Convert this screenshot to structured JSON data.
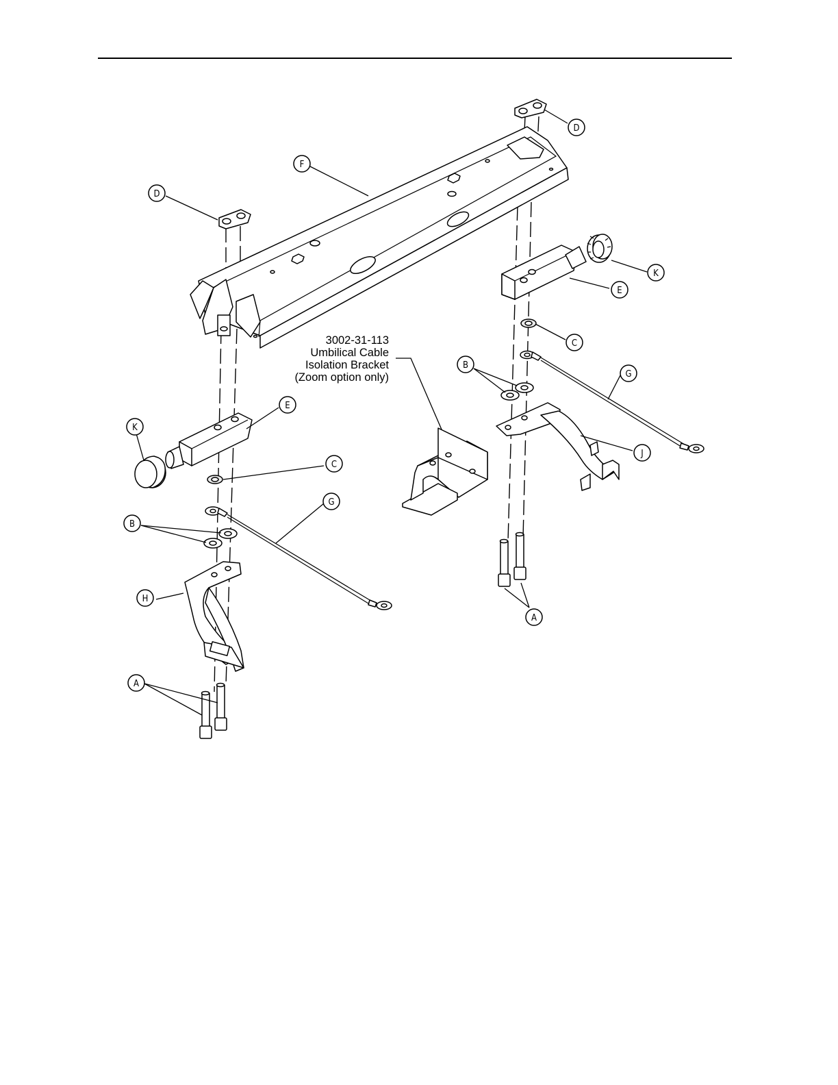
{
  "callout_labels": {
    "A": "A",
    "B": "B",
    "C": "C",
    "D": "D",
    "E": "E",
    "F": "F",
    "G": "G",
    "H": "H",
    "J": "J",
    "K": "K"
  },
  "note": {
    "part_number": "3002-31-113",
    "line1": "Umbilical Cable",
    "line2": "Isolation Bracket",
    "line3": "(Zoom option only)"
  }
}
